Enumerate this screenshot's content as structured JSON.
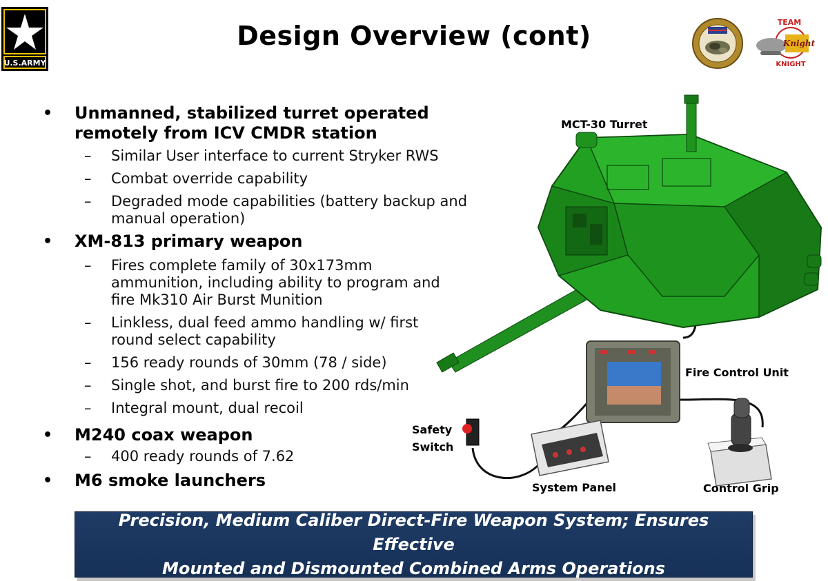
{
  "header": {
    "title": "Design Overview (cont)",
    "army_logo_text": "U.S.ARMY",
    "team_logo_text": "TEAM KNIGHT"
  },
  "bullets": [
    {
      "text": "Unmanned, stabilized turret operated remotely from ICV CMDR station",
      "subs": [
        "Similar User interface to current Stryker RWS",
        "Combat override capability",
        "Degraded mode capabilities (battery backup and manual operation)"
      ]
    },
    {
      "text": "XM-813 primary weapon",
      "subs": [
        "Fires complete family of 30x173mm ammunition, including ability to program and fire Mk310 Air Burst Munition",
        "Linkless, dual feed ammo handling w/ first round select capability",
        "156 ready rounds of 30mm (78 / side)",
        "Single shot, and burst fire to 200 rds/min",
        "Integral mount, dual recoil"
      ]
    },
    {
      "text": "M240 coax weapon",
      "subs": [
        "400 ready rounds of 7.62"
      ]
    },
    {
      "text": "M6 smoke launchers",
      "subs": []
    }
  ],
  "figure": {
    "turret_label": "MCT-30 Turret",
    "fire_control_label": "Fire Control Unit",
    "safety_switch_label": "Safety Switch",
    "system_panel_label": "System Panel",
    "control_grip_label": "Control Grip"
  },
  "banner": {
    "line1": "Precision, Medium Caliber Direct-Fire Weapon System;  Ensures Effective",
    "line2": "Mounted and Dismounted Combined Arms Operations"
  },
  "colors": {
    "turret_green": "#1f8f1f",
    "banner_blue": "#1f3c66",
    "army_gold": "#f2c200"
  }
}
